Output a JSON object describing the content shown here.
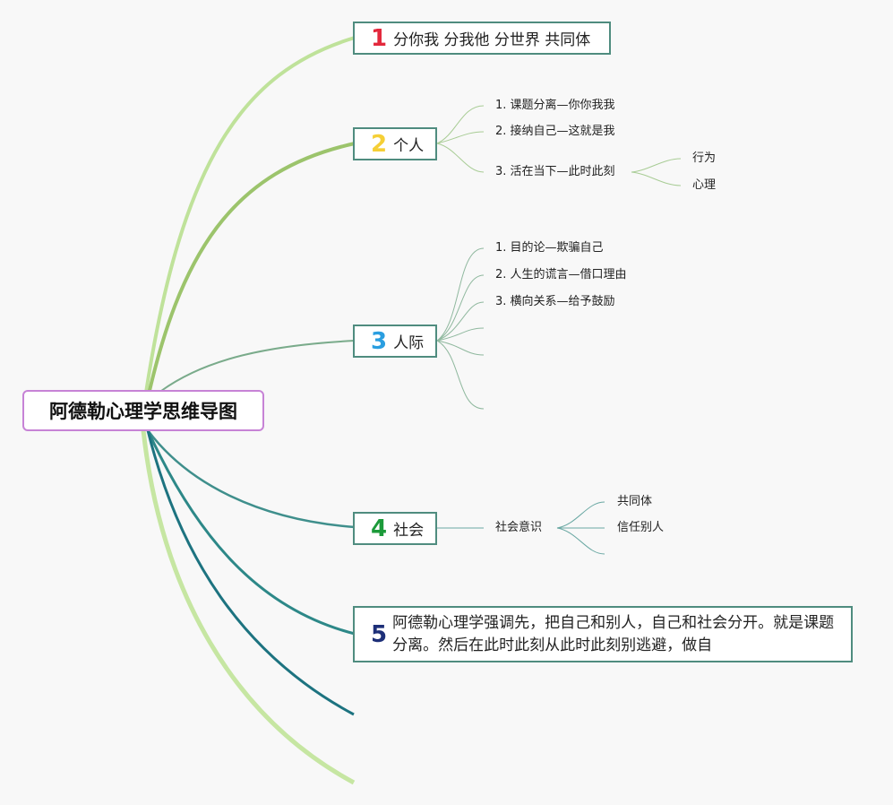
{
  "root": {
    "title": "阿德勒心理学思维导图"
  },
  "branches": [
    {
      "badge": "1",
      "label": "分你我 分我他 分世界 共同体"
    },
    {
      "badge": "2",
      "label": "个人",
      "children": [
        {
          "label": "1. 课题分离—你你我我"
        },
        {
          "label": "2. 接纳自己—这就是我"
        },
        {
          "label": "3. 活在当下—此时此刻",
          "children": [
            {
              "label": "行为"
            },
            {
              "label": "心理"
            }
          ]
        }
      ]
    },
    {
      "badge": "3",
      "label": "人际",
      "children": [
        {
          "label": "1. 目的论—欺骗自己"
        },
        {
          "label": "2. 人生的谎言—借口理由"
        },
        {
          "label": "3. 横向关系—给予鼓励"
        }
      ]
    },
    {
      "badge": "4",
      "label": "社会",
      "children": [
        {
          "label": "社会意识",
          "children": [
            {
              "label": "共同体"
            },
            {
              "label": "信任别人"
            }
          ]
        }
      ]
    },
    {
      "badge": "5",
      "label": "阿德勒心理学强调先，把自己和别人，自己和社会分开。就是课题分离。然后在此时此刻从此时此刻别逃避，做自"
    }
  ],
  "colors": {
    "root_border": "#c783d6",
    "node_border": "#4f8c7f",
    "branch_lines": [
      "#bfe29a",
      "#9cc46c",
      "#7aab8b",
      "#3f8f8c",
      "#2d8888",
      "#1d7380",
      "#c6e6a2"
    ],
    "leaf_lines": "#a8cc95",
    "badge_1": "#e3283c",
    "badge_2": "#f5cf36",
    "badge_3": "#2a9ee0",
    "badge_4": "#1c9a3a",
    "badge_5": "#1d2f78"
  }
}
